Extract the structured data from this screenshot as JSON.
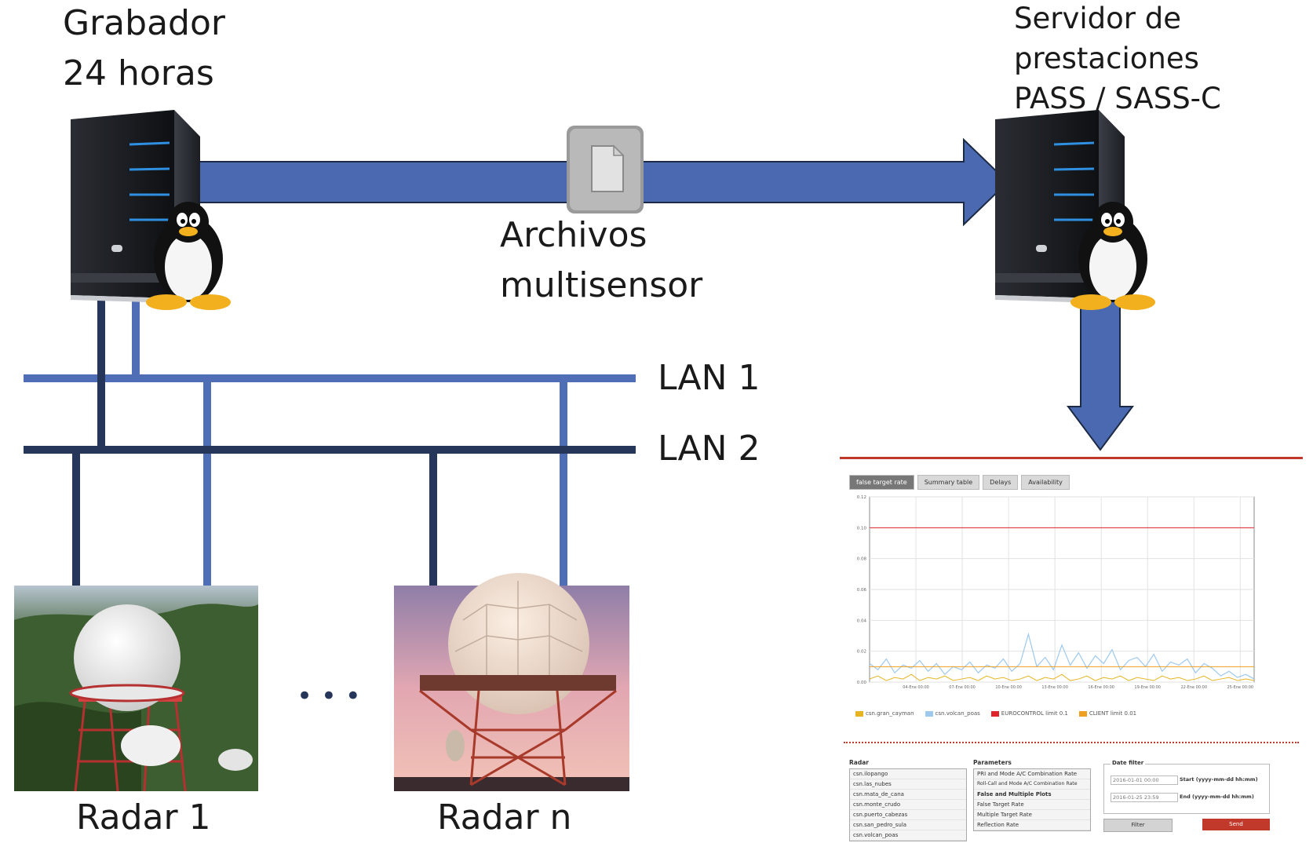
{
  "labels": {
    "recorder": [
      "Grabador",
      "24 horas"
    ],
    "server": [
      "Servidor de",
      "prestaciones",
      "PASS / SASS-C"
    ],
    "files": [
      "Archivos",
      "multisensor"
    ],
    "lan1": "LAN 1",
    "lan2": "LAN 2",
    "radar1": "Radar 1",
    "radarn": "Radar n",
    "ellipsis": "• • •"
  },
  "colors": {
    "lan1": "#4f6eb5",
    "lan2": "#26355a",
    "arrow": "#4a69b0",
    "arrow_outline": "#1d2a44",
    "panel_accent": "#c0392b"
  },
  "icons": [
    "server-icon",
    "linux-penguin-icon",
    "file-icon"
  ],
  "panel": {
    "tabs": [
      "false target rate",
      "Summary table",
      "Delays",
      "Availability"
    ],
    "active_tab": "false target rate",
    "legend": [
      {
        "name": "csn.gran_cayman",
        "color": "#e6b422"
      },
      {
        "name": "csn.volcan_poas",
        "color": "#9ec9ee"
      },
      {
        "name": "EUROCONTROL limit 0.1",
        "color": "#e0242c"
      },
      {
        "name": "CLIENT limit 0.01",
        "color": "#f0a020"
      }
    ],
    "radar_title": "Radar",
    "radar_list": [
      "csn.ilopango",
      "csn.las_nubes",
      "csn.mata_de_cana",
      "csn.monte_crudo",
      "csn.puerto_cabezas",
      "csn.san_pedro_sula",
      "csn.volcan_poas"
    ],
    "params_title": "Parameters",
    "params_list": [
      "PRI and Mode A/C Combination Rate",
      "Roll-Call and Mode A/C Combination Rate"
    ],
    "params_group": "False and Multiple Plots",
    "params_list2": [
      "False Target Rate",
      "Multiple Target Rate",
      "Reflection Rate"
    ],
    "date_filter_title": "Date filter",
    "start_value": "2016-01-01 00:00",
    "start_label": "Start (yyyy-mm-dd hh:mm)",
    "end_value": "2016-01-25 23:59",
    "end_label": "End (yyyy-mm-dd hh:mm)",
    "filter_button": "Filter",
    "send_button": "Send"
  },
  "chart_data": {
    "type": "line",
    "ylim": [
      0,
      0.12
    ],
    "yticks": [
      "0.00",
      "0.02",
      "0.04",
      "0.06",
      "0.08",
      "0.10",
      "0.12"
    ],
    "xticks": [
      "04-Ene 00:00",
      "07-Ene 00:00",
      "10-Ene 00:00",
      "13-Ene 00:00",
      "16-Ene 00:00",
      "19-Ene 00:00",
      "22-Ene 00:00",
      "25-Ene 00:00"
    ],
    "series": [
      {
        "name": "csn.volcan_poas",
        "values": [
          0.012,
          0.008,
          0.015,
          0.006,
          0.011,
          0.009,
          0.014,
          0.007,
          0.012,
          0.005,
          0.01,
          0.008,
          0.013,
          0.006,
          0.011,
          0.009,
          0.015,
          0.007,
          0.012,
          0.031,
          0.01,
          0.016,
          0.008,
          0.024,
          0.011,
          0.019,
          0.009,
          0.017,
          0.012,
          0.021,
          0.008,
          0.014,
          0.016,
          0.01,
          0.018,
          0.007,
          0.013,
          0.011,
          0.015,
          0.006,
          0.012,
          0.009,
          0.004,
          0.007,
          0.003,
          0.005,
          0.002
        ]
      },
      {
        "name": "csn.gran_cayman",
        "values": [
          0.002,
          0.004,
          0.001,
          0.003,
          0.002,
          0.005,
          0.001,
          0.003,
          0.002,
          0.004,
          0.001,
          0.002,
          0.003,
          0.001,
          0.004,
          0.002,
          0.003,
          0.001,
          0.002,
          0.004,
          0.001,
          0.003,
          0.002,
          0.005,
          0.001,
          0.002,
          0.004,
          0.001,
          0.003,
          0.002,
          0.004,
          0.001,
          0.003,
          0.002,
          0.001,
          0.004,
          0.002,
          0.003,
          0.001,
          0.002,
          0.004,
          0.001,
          0.002,
          0.003,
          0.001,
          0.002,
          0.001
        ]
      },
      {
        "name": "EUROCONTROL limit 0.1",
        "values": [
          0.1
        ]
      },
      {
        "name": "CLIENT limit 0.01",
        "values": [
          0.01
        ]
      }
    ]
  }
}
